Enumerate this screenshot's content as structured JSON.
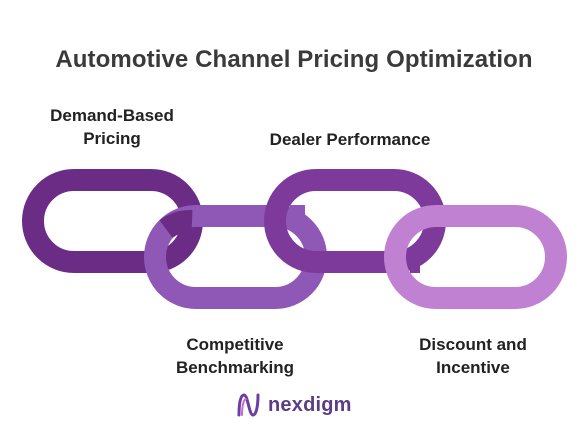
{
  "title": "Automotive Channel Pricing Optimization",
  "links": [
    {
      "label_lines": [
        "Demand-Based",
        "Pricing"
      ],
      "color": "#6b2c85",
      "highlight": "#8a4aa3"
    },
    {
      "label_lines": [
        "Competitive",
        "Benchmarking"
      ],
      "color": "#8f57b6",
      "highlight": "#a873c8"
    },
    {
      "label_lines": [
        "Dealer Performance"
      ],
      "color": "#7e3a9a",
      "highlight": "#9a58b3"
    },
    {
      "label_lines": [
        "Discount and",
        "Incentive"
      ],
      "color": "#c081d3",
      "highlight": "#d39ee0"
    }
  ],
  "logo": {
    "text": "nexdigm",
    "icon": "nexdigm-logo-icon",
    "color": "#5a3d86"
  }
}
